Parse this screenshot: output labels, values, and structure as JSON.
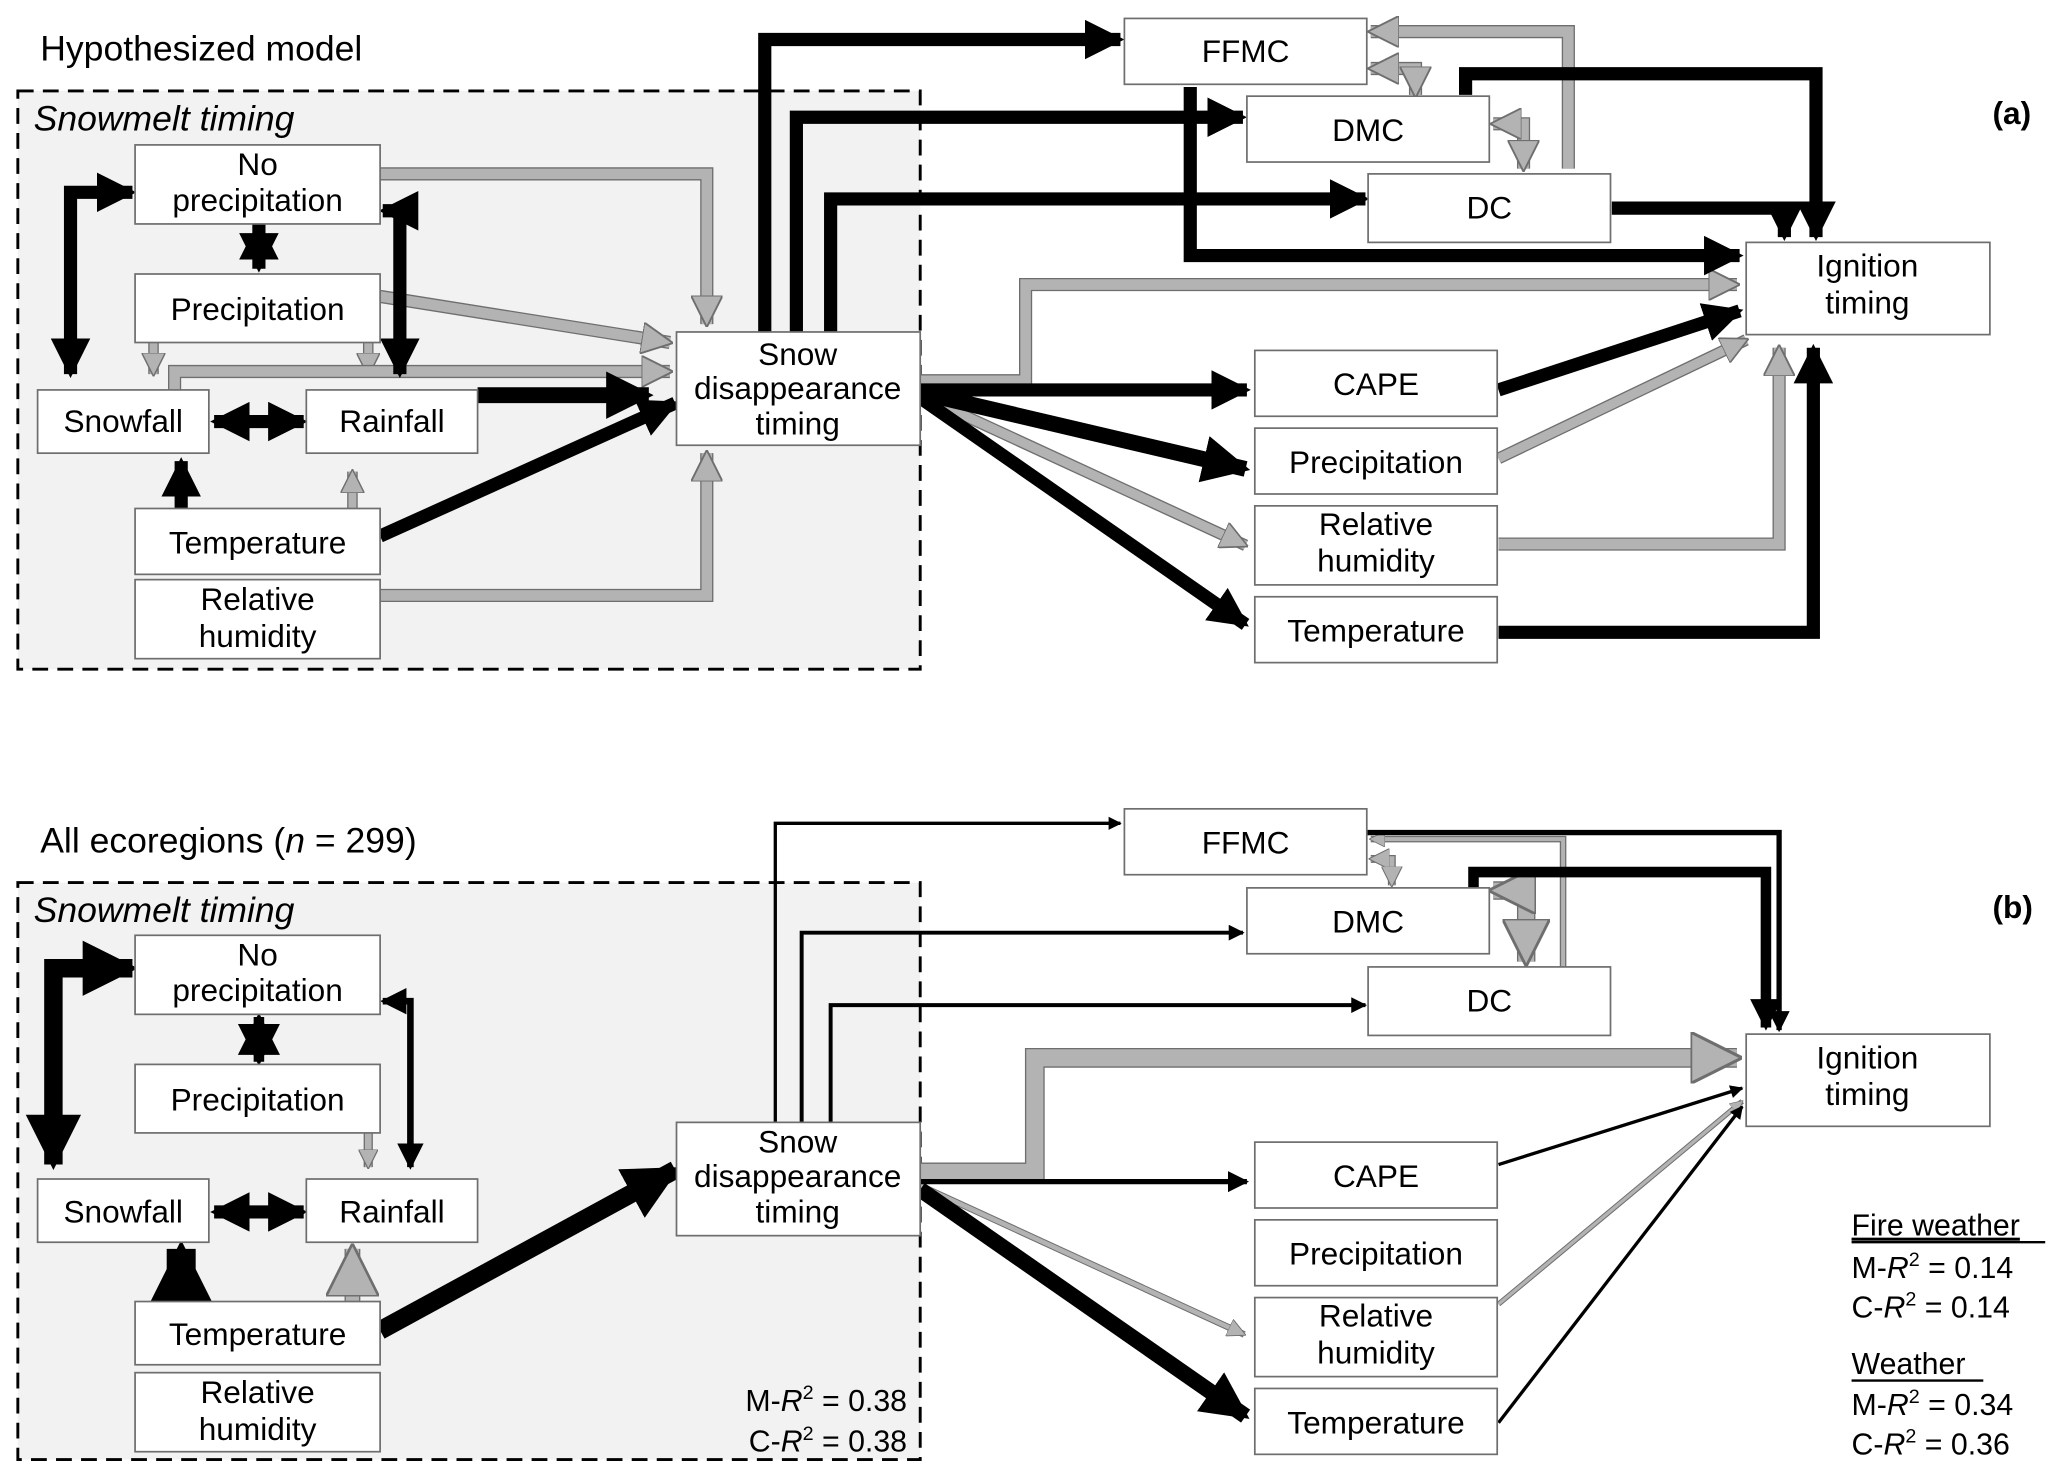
{
  "colors": {
    "positive_path": "#000000",
    "negative_path": "#b3b3b3",
    "negative_path_outline": "#6e6e6e",
    "region_fill": "#f2f2f2",
    "box_border": "#6e6e6e"
  },
  "panel_a": {
    "title": "Hypothesized model",
    "tag": "(a)",
    "region_label": "Snowmelt timing",
    "nodes": {
      "no_precip_1": "No",
      "no_precip_2": "precipitation",
      "precipitation": "Precipitation",
      "snowfall": "Snowfall",
      "rainfall": "Rainfall",
      "temperature": "Temperature",
      "rh_1": "Relative",
      "rh_2": "humidity",
      "snow_1": "Snow",
      "snow_2": "disappearance",
      "snow_3": "timing",
      "ffmc": "FFMC",
      "dmc": "DMC",
      "dc": "DC",
      "cape": "CAPE",
      "w_precipitation": "Precipitation",
      "w_rh_1": "Relative",
      "w_rh_2": "humidity",
      "w_temperature": "Temperature",
      "ign_1": "Ignition",
      "ign_2": "timing"
    }
  },
  "panel_b": {
    "title_prefix": "All ecoregions (",
    "title_n": "n",
    "title_suffix": " = 299)",
    "tag": "(b)",
    "region_label": "Snowmelt timing",
    "nodes": {
      "no_precip_1": "No",
      "no_precip_2": "precipitation",
      "precipitation": "Precipitation",
      "snowfall": "Snowfall",
      "rainfall": "Rainfall",
      "temperature": "Temperature",
      "rh_1": "Relative",
      "rh_2": "humidity",
      "snow_1": "Snow",
      "snow_2": "disappearance",
      "snow_3": "timing",
      "ffmc": "FFMC",
      "dmc": "DMC",
      "dc": "DC",
      "cape": "CAPE",
      "w_precipitation": "Precipitation",
      "w_rh_1": "Relative",
      "w_rh_2": "humidity",
      "w_temperature": "Temperature",
      "ign_1": "Ignition",
      "ign_2": "timing"
    },
    "snowmelt_fit": {
      "m_prefix": "M-",
      "r": "R",
      "sup": "2",
      "m_value": " = 0.38",
      "c_prefix": "C-",
      "c_value": " = 0.38"
    },
    "fire_weather_fit": {
      "heading": "Fire weather",
      "m_prefix": "M-",
      "r": "R",
      "sup": "2",
      "m_value": " = 0.14",
      "c_prefix": "C-",
      "c_value": " = 0.14"
    },
    "weather_fit": {
      "heading": "Weather",
      "m_prefix": "M-",
      "r": "R",
      "sup": "2",
      "m_value": " = 0.34",
      "c_prefix": "C-",
      "c_value": " = 0.36"
    }
  }
}
